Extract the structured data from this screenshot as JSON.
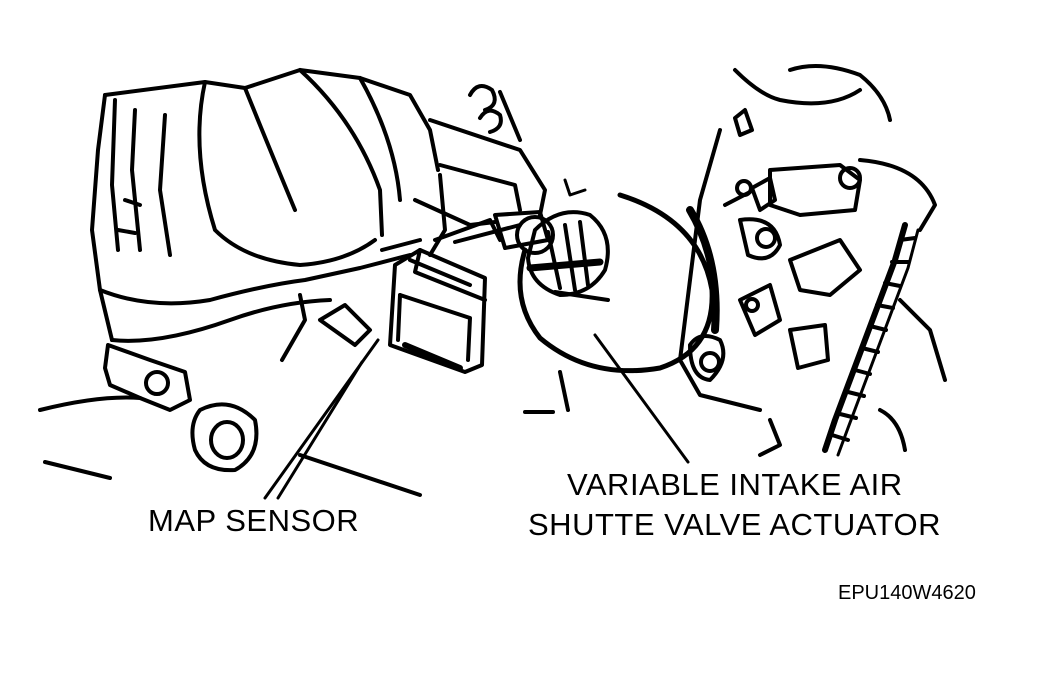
{
  "labels": {
    "map_sensor": "MAP SENSOR",
    "actuator_line1": "VARIABLE INTAKE AIR",
    "actuator_line2": "SHUTTE VALVE ACTUATOR",
    "figure_code": "EPU140W4620"
  },
  "colors": {
    "ink": "#000000",
    "background": "#ffffff"
  }
}
